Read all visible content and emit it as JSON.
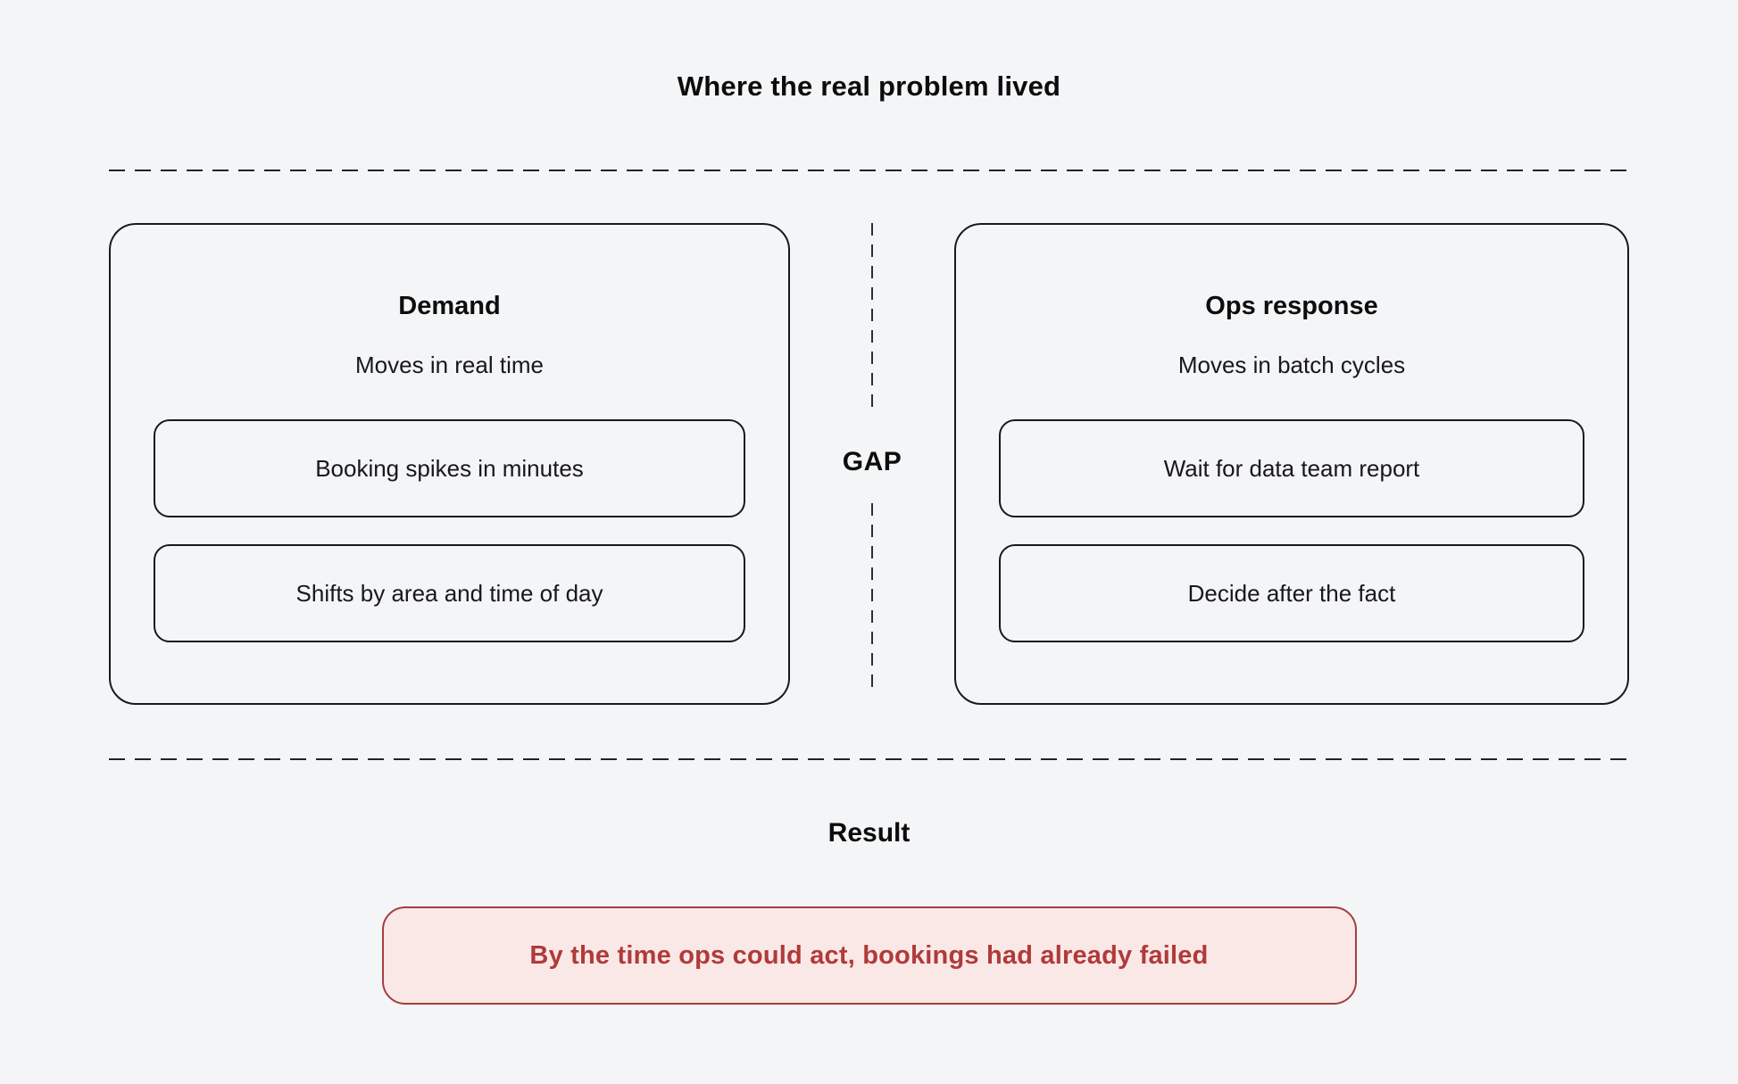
{
  "title": "Where the real problem lived",
  "gap_label": "GAP",
  "panels": [
    {
      "title": "Demand",
      "subtitle": "Moves in real time",
      "items": [
        "Booking spikes in minutes",
        "Shifts by area and time of day"
      ]
    },
    {
      "title": "Ops response",
      "subtitle": "Moves in batch cycles",
      "items": [
        "Wait for data team report",
        "Decide after the fact"
      ]
    }
  ],
  "result": {
    "title": "Result",
    "message": "By the time ops could act, bookings had already failed"
  },
  "colors": {
    "background": "#f4f5f6",
    "line": "#222222",
    "card_border": "#191919",
    "result_bg": "#fae8e7",
    "result_border": "#a43e3e",
    "result_text": "#b03a3a"
  }
}
